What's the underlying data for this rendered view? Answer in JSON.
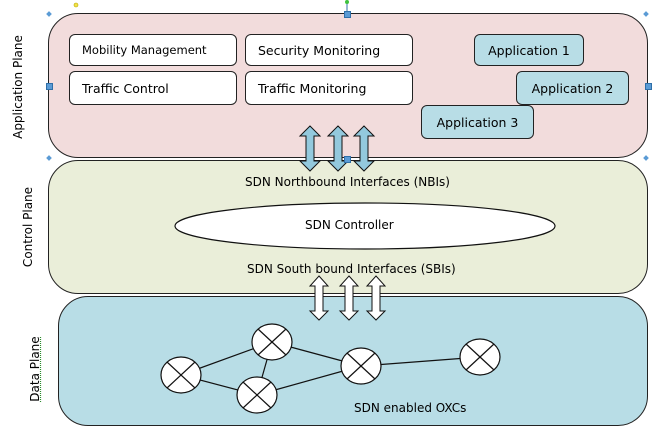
{
  "planes": {
    "application": {
      "label": "Application Plane",
      "functions": [
        "Mobility Management",
        "Security Monitoring",
        "Traffic Control",
        "Traffic Monitoring"
      ],
      "applications": [
        "Application 1",
        "Application 2",
        "Application 3"
      ]
    },
    "control": {
      "label": "Control Plane",
      "northbound": "SDN Northbound Interfaces (NBIs)",
      "controller": "SDN Controller",
      "southbound": "SDN South bound Interfaces (SBIs)"
    },
    "data": {
      "label": "Data Plane",
      "caption": "SDN enabled OXCs",
      "nodes": [
        "oxc-1",
        "oxc-2",
        "oxc-3",
        "oxc-4",
        "oxc-5"
      ],
      "links": [
        [
          "oxc-1",
          "oxc-2"
        ],
        [
          "oxc-1",
          "oxc-3"
        ],
        [
          "oxc-2",
          "oxc-3"
        ],
        [
          "oxc-2",
          "oxc-4"
        ],
        [
          "oxc-3",
          "oxc-4"
        ],
        [
          "oxc-4",
          "oxc-5"
        ]
      ]
    }
  },
  "colors": {
    "application_plane": "#f2dcdc",
    "control_plane": "#eaeed9",
    "data_plane": "#b8dde6",
    "nbi_arrow": "#93c9dd"
  }
}
